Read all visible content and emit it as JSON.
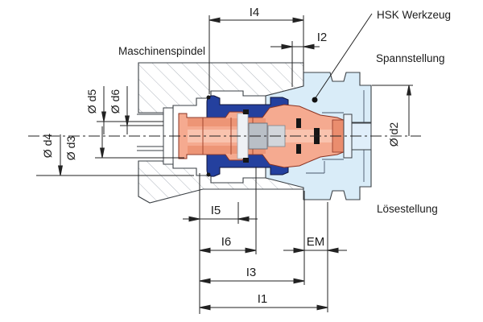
{
  "drawing": {
    "labels": {
      "machine_spindle": "Maschinenspindel",
      "hsk_tool": "HSK Werkzeug",
      "clamped_position": "Spannstellung",
      "released_position": "Lösestellung"
    },
    "length_dimensions": {
      "i1": "I1",
      "i2": "I2",
      "i3": "I3",
      "i4": "I4",
      "i5": "I5",
      "i6": "I6",
      "em": "EM"
    },
    "diameter_dimensions": {
      "d2": "Ø d2",
      "d3": "Ø d3",
      "d4": "Ø d4",
      "d5": "Ø d5",
      "d6": "Ø d6"
    },
    "colors": {
      "tool_body": "#d9ecf8",
      "tool_collar": "#e9f3fb",
      "tool_stub": "#e0eefa",
      "collet": "#24409e",
      "drawbar": "#f5aa90",
      "drawbar_dark": "#ea8d6e",
      "drawbar_light": "#f9c3ae",
      "gray_block": "#b9bfc6",
      "gray_block_light": "#d2d6db",
      "seal": "#161616",
      "outline": "#3a3f44",
      "dim_line": "#222222",
      "hatch": "#b0b6bd"
    }
  }
}
